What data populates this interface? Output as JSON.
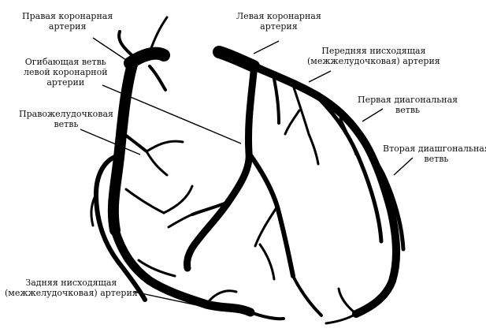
{
  "labels": {
    "right_coronary": [
      "Правая коронарная",
      "артерия"
    ],
    "left_coronary": [
      "Левая коронарная",
      "артерия"
    ],
    "circumflex": [
      "Огибающая ветвь",
      "левой коронарной",
      "артерии"
    ],
    "anterior_descending": [
      "Передняя нисходящая",
      "(межжелудочковая) артерия"
    ],
    "first_diagonal": [
      "Первая диагональная",
      "ветвь"
    ],
    "right_ventricular": [
      "Правожелудочковая",
      "ветвь"
    ],
    "second_diagonal": [
      "Вторая диашгональная",
      "ветвь"
    ],
    "posterior_descending": [
      "Задняя нисходящая",
      "(межжелудочковая) артерия"
    ]
  },
  "colors": {
    "vessel": "#000000",
    "text": "#111111",
    "background": "#ffffff"
  }
}
